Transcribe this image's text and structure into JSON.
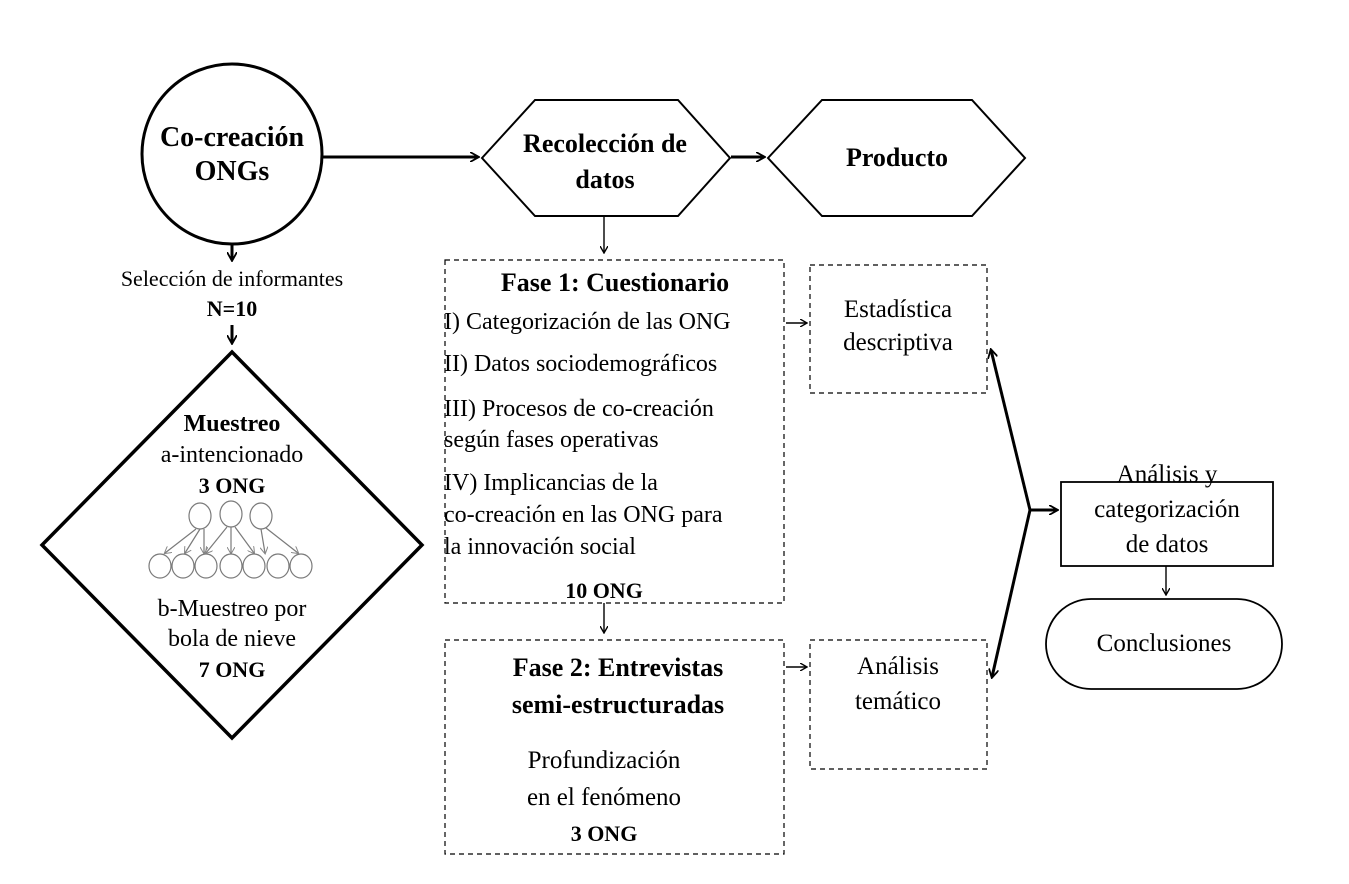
{
  "start_node": {
    "line1": "Co-creación",
    "line2": "ONGs"
  },
  "sampling": {
    "selection_label": "Selección de informantes",
    "n_label": "N=10",
    "title": "Muestreo",
    "method_a": "a-intencionado",
    "count_a": "3 ONG",
    "method_b_line1": "b-Muestreo por",
    "method_b_line2": "bola de nieve",
    "count_b": "7 ONG"
  },
  "collection": {
    "line1": "Recolección de",
    "line2": "datos"
  },
  "product": {
    "label": "Producto"
  },
  "phase1": {
    "title": "Fase 1: Cuestionario",
    "items": [
      "I) Categorización de las ONG",
      "II) Datos sociodemográficos",
      "III) Procesos de co-creación",
      "según fases operativas",
      "IV) Implicancias de la",
      "co-creación en las ONG para",
      "la innovación social"
    ],
    "count": "10 ONG"
  },
  "phase2": {
    "title_line1": "Fase 2: Entrevistas",
    "title_line2": "semi-estructuradas",
    "desc_line1": "Profundización",
    "desc_line2": "en el fenómeno",
    "count": "3 ONG"
  },
  "stats": {
    "line1": "Estadística",
    "line2": "descriptiva"
  },
  "thematic": {
    "line1": "Análisis",
    "line2": "temático"
  },
  "analysis": {
    "line1": "Análisis y",
    "line2": "categorización",
    "line3": "de datos"
  },
  "conclusions": {
    "label": "Conclusiones"
  }
}
